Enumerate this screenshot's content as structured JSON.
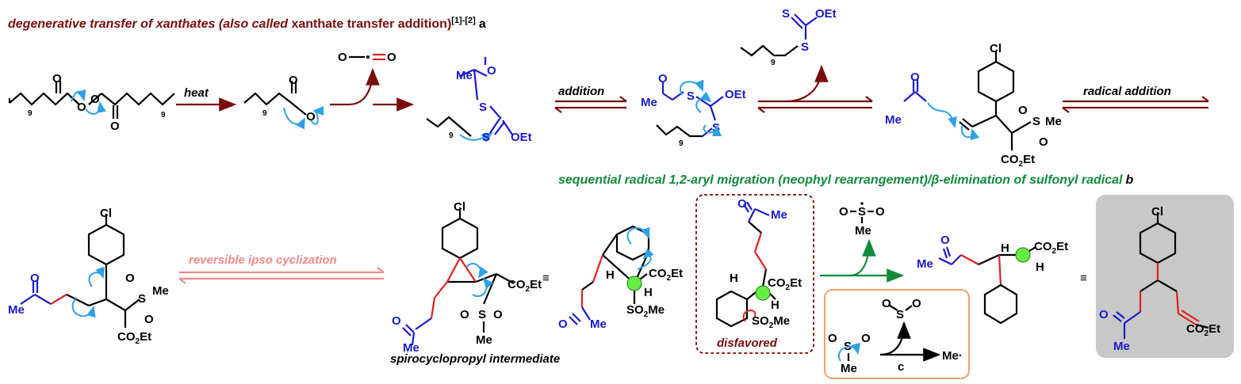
{
  "header_a": {
    "italic": "degenerative transfer of xanthates (also called ",
    "plain": "xanthate transfer addition)",
    "refs": "[1]-[2]",
    "letter": "a"
  },
  "header_b": {
    "text1": "sequential radical 1,2-aryl migration (neophyl rearrangement)/",
    "beta": "β",
    "text2": "-elimination of sulfonyl radical",
    "letter": "b"
  },
  "labels": {
    "heat": "heat",
    "addition": "addition",
    "radical_addition": "radical addition",
    "reversible_ipso": "reversible ipso cyclization",
    "spiro": "spirocyclopropyl intermediate",
    "disfavored": "disfavored",
    "c": "c",
    "equiv": "≡"
  },
  "atoms": {
    "O": "O",
    "S": "S",
    "Cl": "Cl",
    "H": "H",
    "Me": "Me",
    "OEt": "OEt",
    "CO2Et_base": "CO",
    "sub2": "2",
    "Et": "Et",
    "SO2Me_base": "SO",
    "n9": "9",
    "Me_rad": "Me·"
  },
  "colors": {
    "dark_red": "#7a0c0c",
    "green": "#138a3c",
    "blue": "#1a1acc",
    "arrow_blue": "#2ea0e6",
    "pink": "#f08a8a",
    "bond_red": "#e02020",
    "orange": "#f0a070",
    "gray_box": "#c8c8c8",
    "radical_green": "#66ee44"
  }
}
